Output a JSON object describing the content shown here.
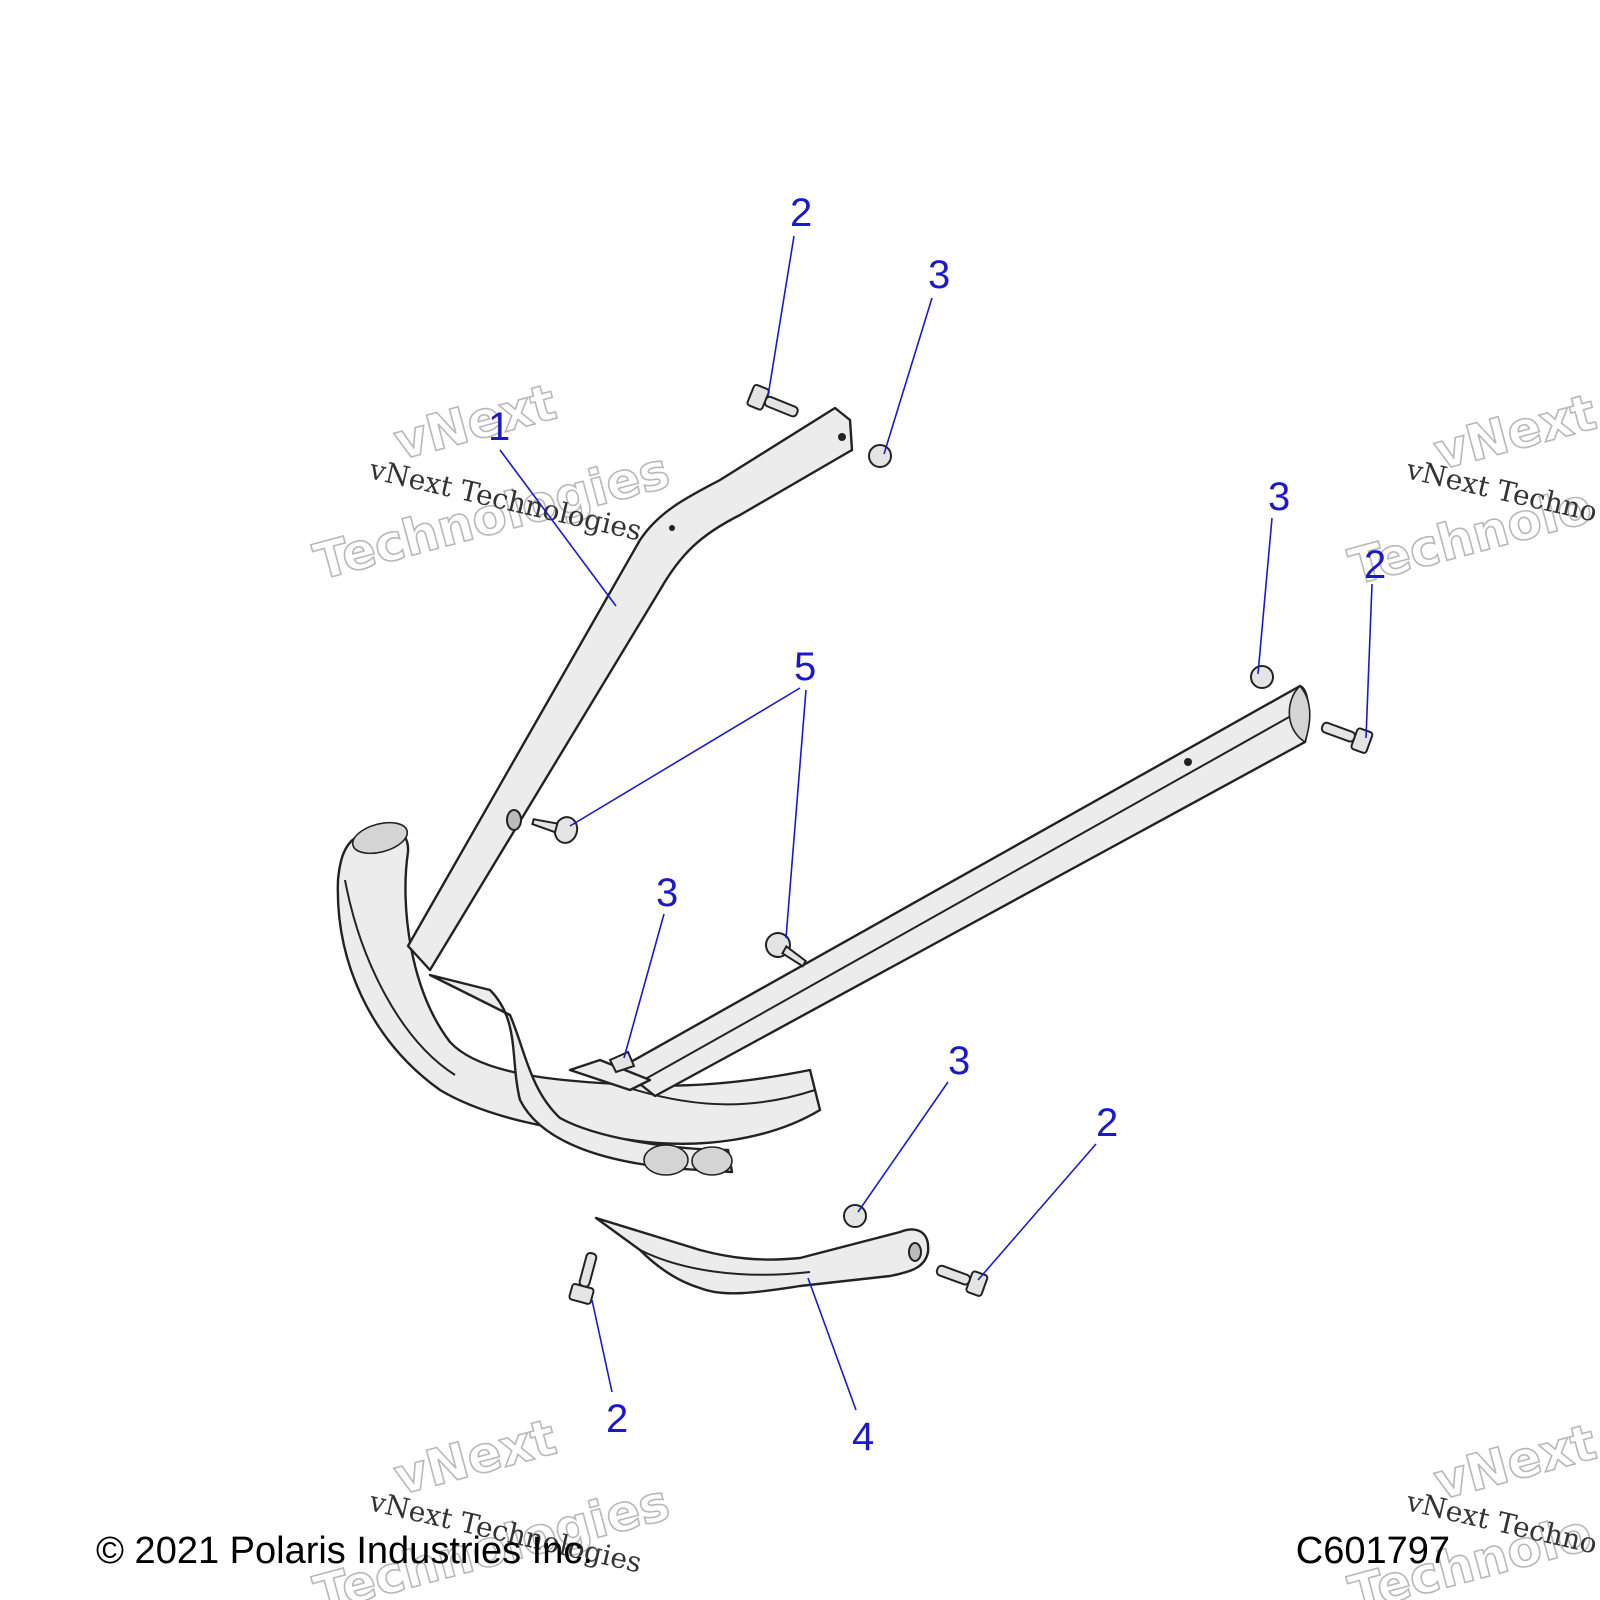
{
  "callouts": [
    {
      "id": "c1",
      "label": "1"
    },
    {
      "id": "c2a",
      "label": "2"
    },
    {
      "id": "c3a",
      "label": "3"
    },
    {
      "id": "c3b",
      "label": "3"
    },
    {
      "id": "c2b",
      "label": "2"
    },
    {
      "id": "c5",
      "label": "5"
    },
    {
      "id": "c3c",
      "label": "3"
    },
    {
      "id": "c3d",
      "label": "3"
    },
    {
      "id": "c2c",
      "label": "2"
    },
    {
      "id": "c2d",
      "label": "2"
    },
    {
      "id": "c4",
      "label": "4"
    }
  ],
  "watermark": {
    "big_line1": "vNext",
    "big_line2": "Technologies",
    "small": "vNext Technologies",
    "small_cut": "vNext Techno",
    "big_cut1": "vNext",
    "big_cut2": "Technolo"
  },
  "footer": {
    "copyright": "© 2021 Polaris Industries Inc.",
    "figure_id": "C601797"
  },
  "colors": {
    "callout": "#1a1acc",
    "line_art": "#222222"
  }
}
